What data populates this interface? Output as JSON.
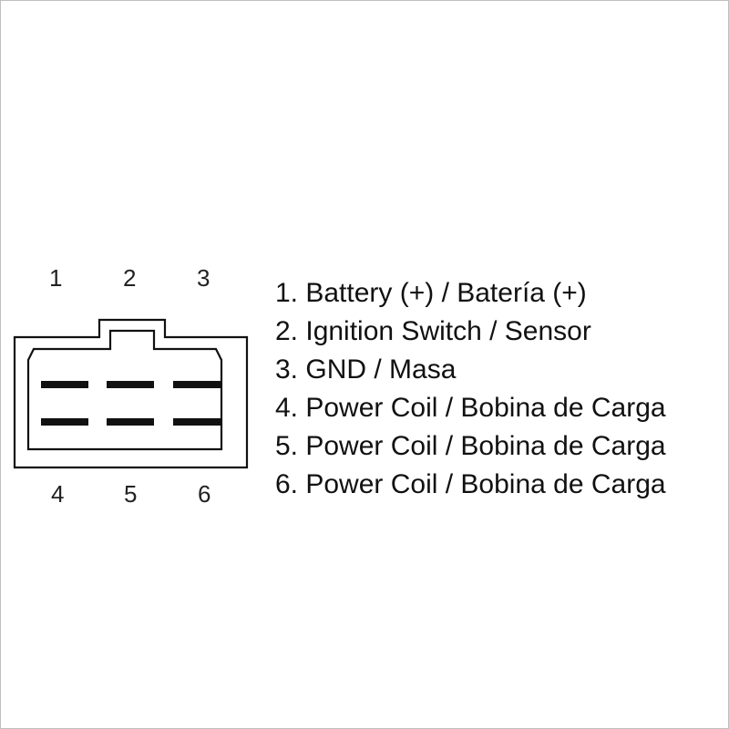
{
  "connector": {
    "top_pins": [
      "1",
      "2",
      "3"
    ],
    "bottom_pins": [
      "4",
      "5",
      "6"
    ]
  },
  "legend": [
    "1. Battery (+) / Batería (+)",
    "2. Ignition Switch / Sensor",
    "3. GND / Masa",
    "4. Power Coil / Bobina de Carga",
    "5. Power Coil / Bobina de Carga",
    "6. Power Coil / Bobina de Carga"
  ],
  "colors": {
    "line": "#111111",
    "background": "#ffffff",
    "border": "#bfbfbf"
  }
}
